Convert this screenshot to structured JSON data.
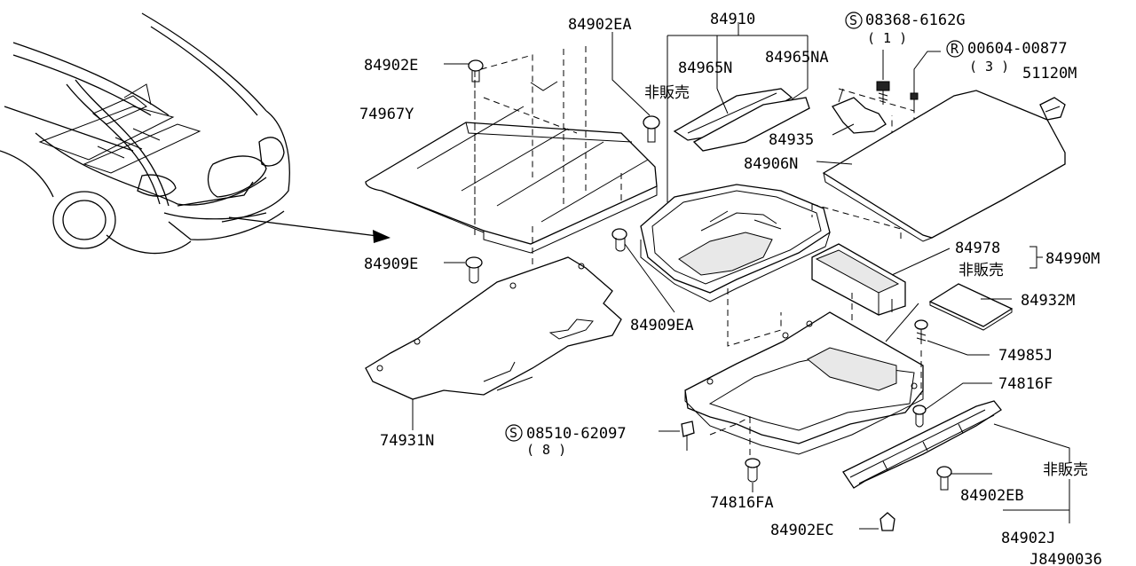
{
  "diagram_id": "J8490036",
  "labels": {
    "p84910": "84910",
    "p84902EA": "84902EA",
    "p84902E": "84902E",
    "p74967Y": "74967Y",
    "p84965N": "84965N",
    "p84965NA": "84965NA",
    "hanbai1": "非販売",
    "s_part": "08368-6162G",
    "s_qty": "( 1 )",
    "r_part": "00604-00877",
    "r_qty": "( 3 )",
    "p51120M": "51120M",
    "p84935": "84935",
    "p84906N": "84906N",
    "p84909E": "84909E",
    "p84978": "84978",
    "hanbai2": "非販売",
    "p84990M": "84990M",
    "p84932M": "84932M",
    "p84909EA": "84909EA",
    "p74985J": "74985J",
    "p74816F": "74816F",
    "p74931N": "74931N",
    "s2_part": "08510-62097",
    "s2_qty": "( 8 )",
    "hanbai3": "非販売",
    "p84902EB": "84902EB",
    "p74816FA": "74816FA",
    "p84902EC": "84902EC",
    "p84902J": "84902J",
    "s_symbol": "S",
    "r_symbol": "R"
  }
}
